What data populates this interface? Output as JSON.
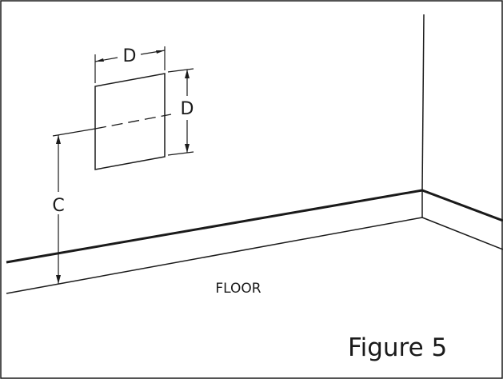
{
  "labels": {
    "width_dim": "D",
    "height_dim": "D",
    "mount_height": "C",
    "floor": "FLOOR",
    "figure": "Figure 5"
  },
  "colors": {
    "line": "#1a1a1a",
    "background": "#ffffff"
  }
}
